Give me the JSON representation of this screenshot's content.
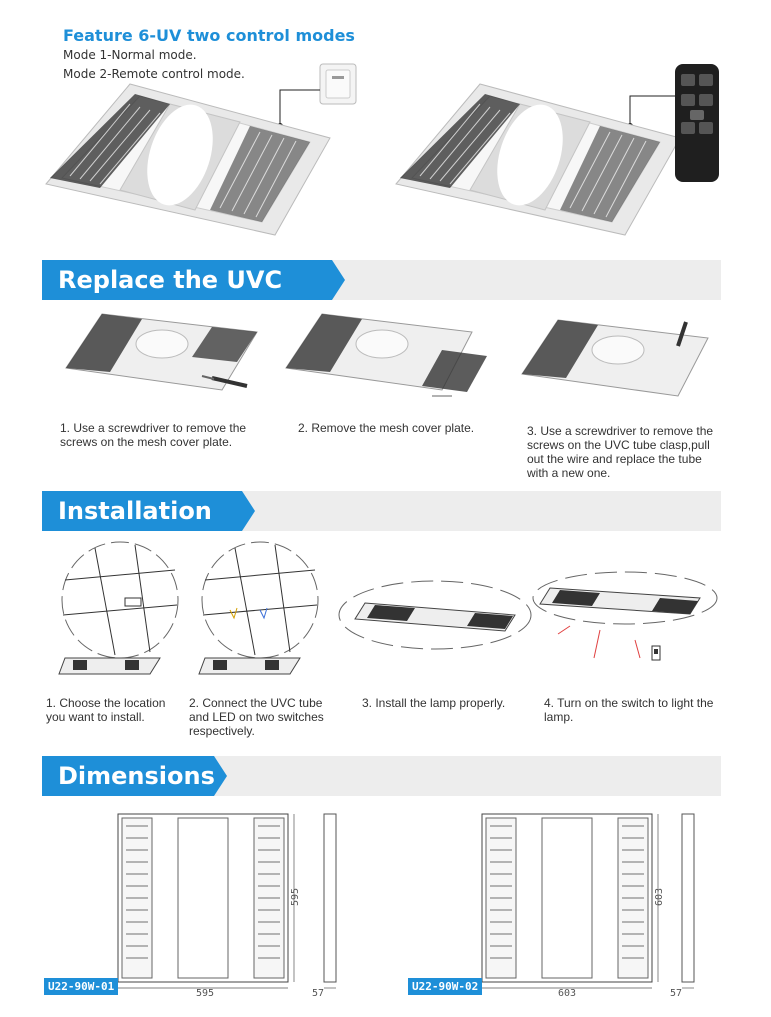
{
  "feature": {
    "title": "Feature 6-UV two control modes",
    "mode1": "Mode 1-Normal mode.",
    "mode2": "Mode 2-Remote control mode."
  },
  "replace": {
    "title": "Replace the UVC tube",
    "steps": [
      "1. Use a screwdriver to remove the screws on the mesh cover plate.",
      "2. Remove the mesh cover plate.",
      "3. Use a screwdriver to remove the screws on the UVC tube clasp,pull out the wire  and replace the tube with a new one."
    ]
  },
  "installation": {
    "title": "Installation",
    "steps": [
      "1. Choose the location you want to install.",
      "2. Connect the UVC tube and LED on two switches respectively.",
      "3. Install the lamp properly.",
      "4. Turn on the switch to light the lamp."
    ]
  },
  "dimensions": {
    "title": "Dimensions",
    "models": [
      {
        "label": "U22-90W-01",
        "width": "595",
        "height": "595",
        "depth": "57"
      },
      {
        "label": "U22-90W-02",
        "width": "603",
        "height": "603",
        "depth": "57"
      }
    ]
  }
}
